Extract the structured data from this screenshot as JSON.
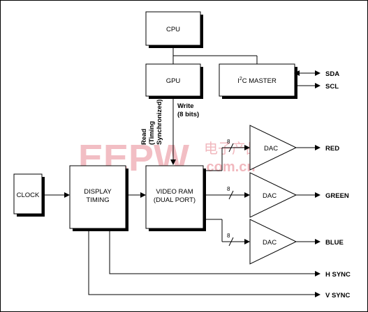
{
  "blocks": {
    "cpu": "CPU",
    "gpu": "GPU",
    "i2c_master_prefix": "I",
    "i2c_master_sup": "2",
    "i2c_master_suffix": "C MASTER",
    "clock": "CLOCK",
    "display_timing_line1": "DISPLAY",
    "display_timing_line2": "TIMING",
    "video_ram_line1": "VIDEO RAM",
    "video_ram_line2": "(DUAL PORT)",
    "dac": "DAC"
  },
  "signals": {
    "sda": "SDA",
    "scl": "SCL",
    "red": "RED",
    "green": "GREEN",
    "blue": "BLUE",
    "hsync": "H SYNC",
    "vsync": "V SYNC"
  },
  "annotations": {
    "write_line1": "Write",
    "write_line2": "(8 bits)",
    "read_line1": "Read",
    "read_line2": "(Timing",
    "read_line3": "Synchronized)",
    "bus_width": "8"
  },
  "watermark": {
    "logo": "EEPW",
    "domain": ".com.cn",
    "chinese": "电子产品世界"
  }
}
